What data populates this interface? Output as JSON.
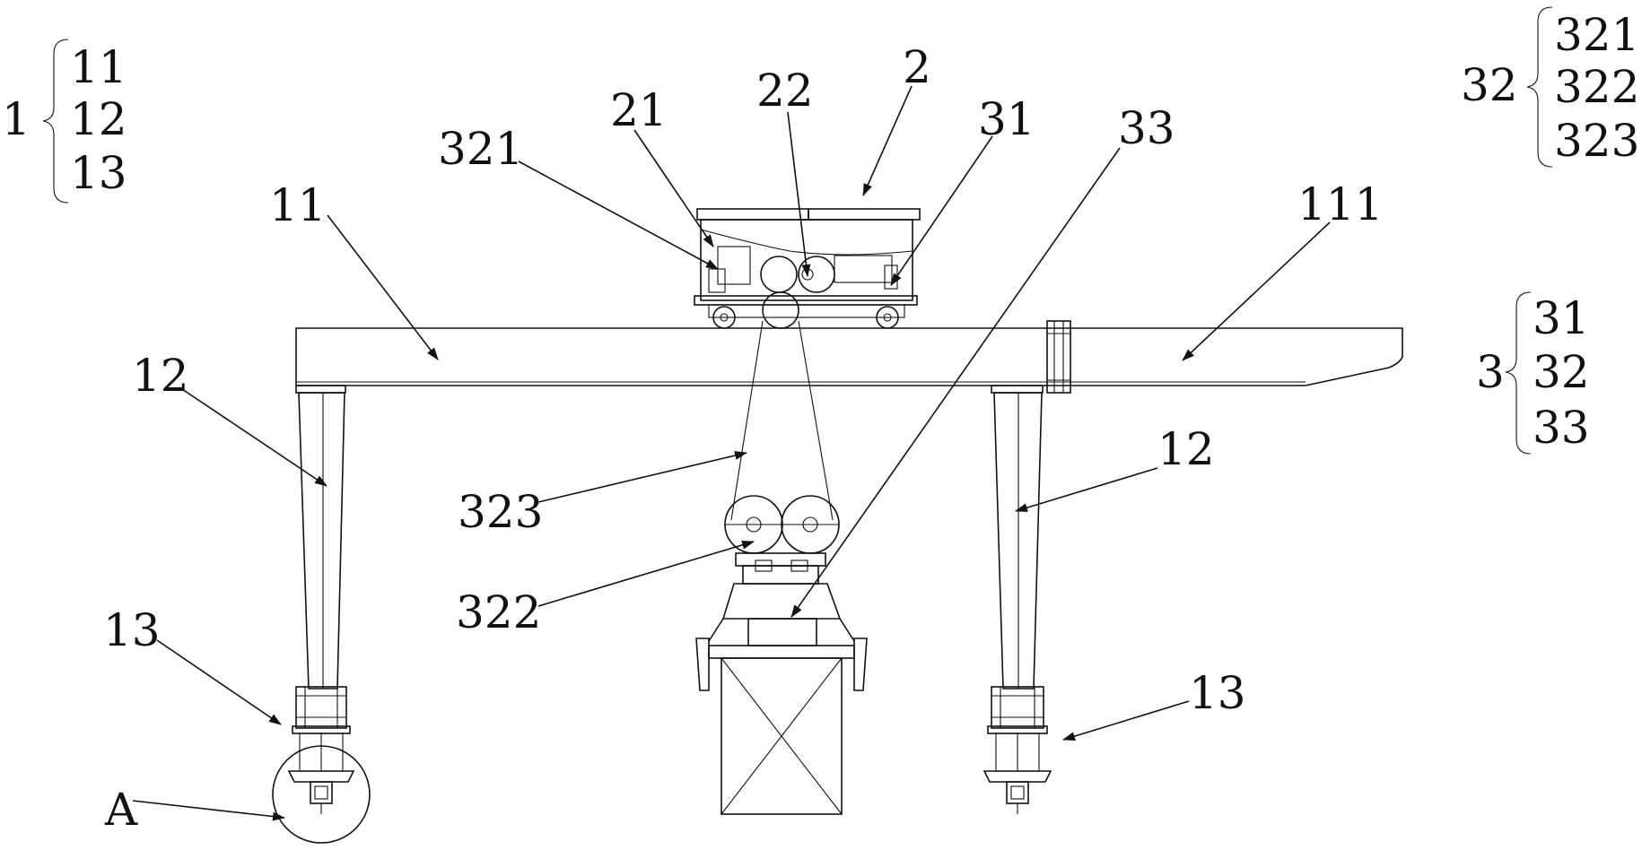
{
  "legend": {
    "group1": {
      "key": "1",
      "items": [
        "11",
        "12",
        "13"
      ]
    },
    "group32": {
      "key": "32",
      "items": [
        "321",
        "322",
        "323"
      ]
    },
    "group3": {
      "key": "3",
      "items": [
        "31",
        "32",
        "33"
      ]
    }
  },
  "labels": {
    "l11": "11",
    "l12_left": "12",
    "l12_right": "12",
    "l13_left": "13",
    "l13_right": "13",
    "l111": "111",
    "l2": "2",
    "l21": "21",
    "l22": "22",
    "l31": "31",
    "l33": "33",
    "l321": "321",
    "l322": "322",
    "l323": "323",
    "lA": "A"
  }
}
